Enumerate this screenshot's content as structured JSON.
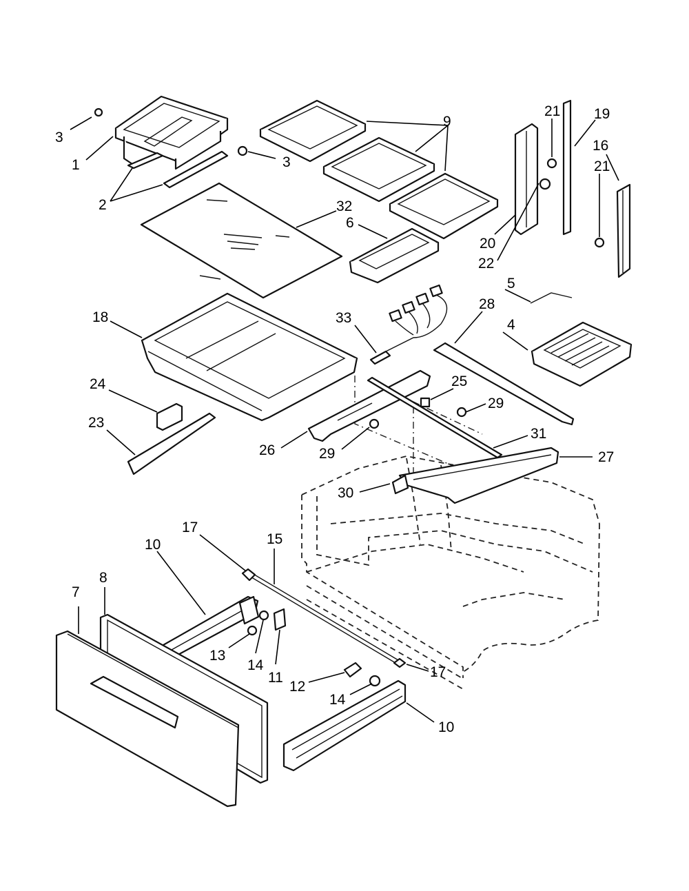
{
  "callouts": [
    {
      "id": "c3a",
      "text": "3"
    },
    {
      "id": "c1",
      "text": "1"
    },
    {
      "id": "c3b",
      "text": "3"
    },
    {
      "id": "c2",
      "text": "2"
    },
    {
      "id": "c9",
      "text": "9"
    },
    {
      "id": "c32",
      "text": "32"
    },
    {
      "id": "c6",
      "text": "6"
    },
    {
      "id": "c21a",
      "text": "21"
    },
    {
      "id": "c19",
      "text": "19"
    },
    {
      "id": "c16",
      "text": "16"
    },
    {
      "id": "c21b",
      "text": "21"
    },
    {
      "id": "c20",
      "text": "20"
    },
    {
      "id": "c22",
      "text": "22"
    },
    {
      "id": "c5",
      "text": "5"
    },
    {
      "id": "c28",
      "text": "28"
    },
    {
      "id": "c4",
      "text": "4"
    },
    {
      "id": "c18",
      "text": "18"
    },
    {
      "id": "c33",
      "text": "33"
    },
    {
      "id": "c25",
      "text": "25"
    },
    {
      "id": "c29a",
      "text": "29"
    },
    {
      "id": "c24",
      "text": "24"
    },
    {
      "id": "c23",
      "text": "23"
    },
    {
      "id": "c26",
      "text": "26"
    },
    {
      "id": "c29b",
      "text": "29"
    },
    {
      "id": "c31",
      "text": "31"
    },
    {
      "id": "c27",
      "text": "27"
    },
    {
      "id": "c30",
      "text": "30"
    },
    {
      "id": "c17a",
      "text": "17"
    },
    {
      "id": "c15",
      "text": "15"
    },
    {
      "id": "c10a",
      "text": "10"
    },
    {
      "id": "c8",
      "text": "8"
    },
    {
      "id": "c7",
      "text": "7"
    },
    {
      "id": "c13",
      "text": "13"
    },
    {
      "id": "c14a",
      "text": "14"
    },
    {
      "id": "c11",
      "text": "11"
    },
    {
      "id": "c12",
      "text": "12"
    },
    {
      "id": "c17b",
      "text": "17"
    },
    {
      "id": "c14b",
      "text": "14"
    },
    {
      "id": "c10b",
      "text": "10"
    }
  ]
}
